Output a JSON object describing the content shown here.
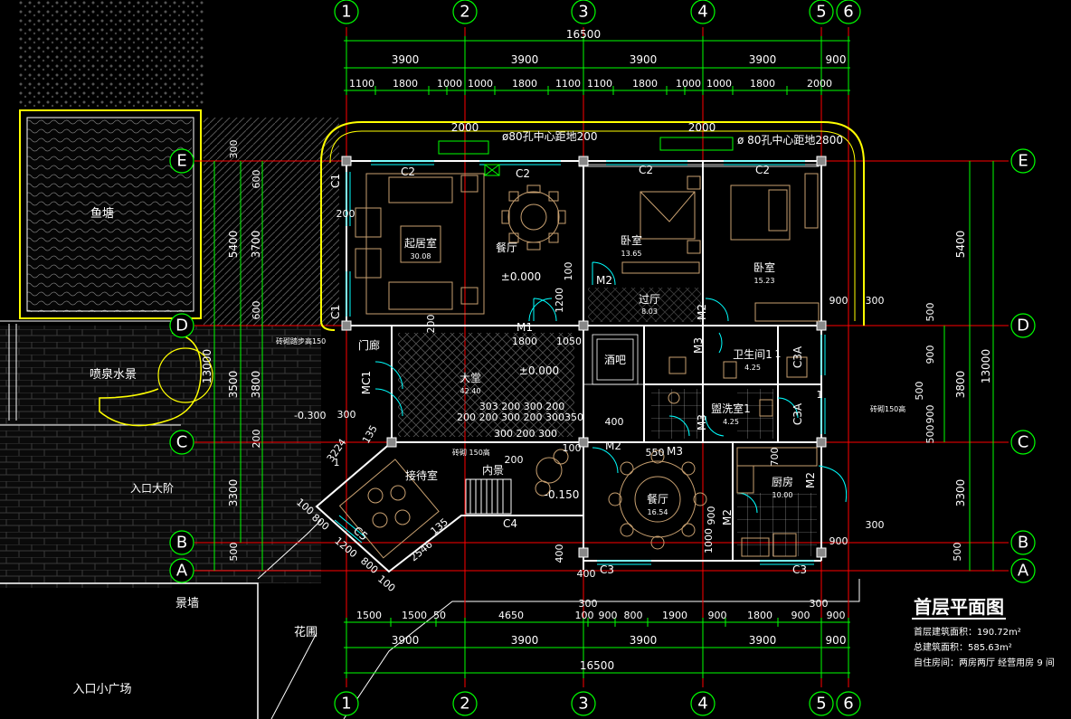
{
  "title": "首层平面图",
  "notes": [
    "首层建筑面积：190.72m²",
    "总建筑面积：585.63m²",
    "自住房间：两房两厅  经营用房 9 间"
  ],
  "axes": {
    "numeric": [
      "1",
      "2",
      "3",
      "4",
      "5",
      "6"
    ],
    "letters": [
      "E",
      "D",
      "C",
      "B",
      "A"
    ]
  },
  "top_dims": {
    "total": "16500",
    "row1": [
      "3900",
      "3900",
      "3900",
      "3900",
      "900"
    ],
    "row2": [
      "1100",
      "1800",
      "1000",
      "1000",
      "1800",
      "1100",
      "1100",
      "1800",
      "1000",
      "1000",
      "1800",
      "2000"
    ]
  },
  "bottom_dims": {
    "row1": [
      "1500",
      "1500",
      "50",
      "4650",
      "100",
      "900",
      "800",
      "1900",
      "900",
      "1800",
      "900",
      "900"
    ],
    "row2": [
      "3900",
      "3900",
      "3900",
      "3900",
      "900"
    ],
    "total": "16500",
    "extra": [
      "300",
      "300"
    ]
  },
  "right_dims": {
    "outer": "13000",
    "mid": [
      "5400",
      "3800",
      "3300"
    ],
    "inner": [
      "500",
      "900",
      "500",
      "500",
      "900",
      "500"
    ],
    "misc": [
      "900",
      "300",
      "900",
      "300"
    ]
  },
  "left_dims": {
    "outer": "13000",
    "col1": [
      "300",
      "5400",
      "3500"
    ],
    "col2": [
      "600",
      "3700",
      "600",
      "3800",
      "3300",
      "500"
    ],
    "misc": [
      "200",
      "200",
      "300",
      "200",
      "3224",
      "135",
      "100",
      "800",
      "1200",
      "800",
      "100",
      "2546",
      "135",
      "-0.300"
    ]
  },
  "rooms": {
    "living": {
      "name": "起居室",
      "area": "30.08"
    },
    "dining1": {
      "name": "餐厅"
    },
    "bed1": {
      "name": "卧室",
      "area": "13.65"
    },
    "bed2": {
      "name": "卧室",
      "area": "15.23"
    },
    "corridor": {
      "name": "过厅",
      "area": "8.03"
    },
    "hall": {
      "name": "大堂",
      "area": "42.40"
    },
    "foyer": {
      "name": "门廊"
    },
    "bar": {
      "name": "酒吧"
    },
    "bath1": {
      "name": "卫生间1",
      "area": "4.25"
    },
    "wash1": {
      "name": "盥洗室1",
      "area": "4.25"
    },
    "reception": {
      "name": "接待室"
    },
    "inner_view": {
      "name": "内景"
    },
    "dining2": {
      "name": "餐厅",
      "area": "16.54"
    },
    "kitchen": {
      "name": "厨房",
      "area": "10.00"
    }
  },
  "site": {
    "fishpond": "鱼塘",
    "fountain": "喷泉水景",
    "entrance_steps": "入口大阶",
    "scenery_wall": "景墙",
    "garden": "花圃",
    "plaza": "入口小广场"
  },
  "tags": {
    "c1a": "C1",
    "c1b": "C1",
    "c2a": "C2",
    "c2b": "C2",
    "c2c": "C2",
    "c2d": "C2",
    "c3a": "C3",
    "c3b": "C3",
    "c3a_v": "C3A",
    "c3a_v2": "C3A",
    "c4": "C4",
    "c5": "C5",
    "m1": "M1",
    "m2a": "M2",
    "m2b": "M2",
    "m2c": "M2",
    "m2d": "M2",
    "m2e": "M2",
    "m3a": "M3",
    "m3b": "M3",
    "m3c": "M3",
    "mc1": "MC1"
  },
  "annotations": {
    "pipe1": "ø80孔中心距地200",
    "pipe2": "ø 80孔中心距地2800",
    "w2000a": "2000",
    "w2000b": "2000",
    "lvl1": "±0.000",
    "lvl2": "±0.000",
    "lvl3": "-0.150",
    "step1": "砖砌踏步高150",
    "step2": "砖砌 150高",
    "step3": "砖砌150高",
    "d1800": "1800",
    "d1050": "1050",
    "d100a": "100",
    "d1200": "1200",
    "d100b": "100",
    "d200": "200",
    "d303": "303 200 300 200",
    "d2003": "200 200 300 200 300350",
    "d300b": "300 200 300",
    "d400a": "400",
    "d550": "550",
    "d400b": "400",
    "d400c": "400",
    "d700": "700",
    "d1000": "1000",
    "d900b": "900",
    "n1a": "1",
    "n1b": "1",
    "n1c": "1"
  },
  "colors": {
    "bg": "#000000",
    "wall": "#ffffff",
    "axis": "#ff0000",
    "dim": "#00ff00",
    "yellow": "#ffff00",
    "cyan": "#00ffff",
    "furniture": "#c8a070"
  }
}
